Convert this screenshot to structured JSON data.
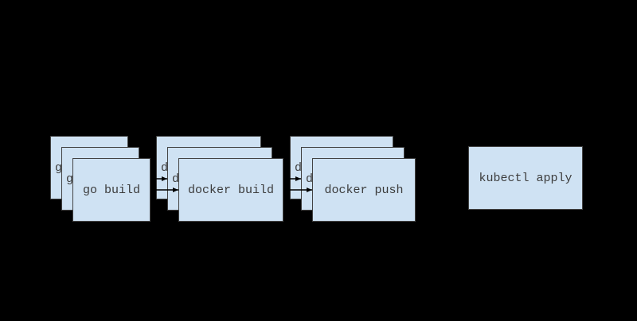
{
  "colors": {
    "background": "#000000",
    "box_fill": "#cfe2f3",
    "box_border": "#434343",
    "box_text": "#3c3c3c",
    "arrow": "#000000"
  },
  "diagram": {
    "type": "pipeline-flow",
    "stages": [
      {
        "label": "go build",
        "stack_count": 3
      },
      {
        "label": "docker build",
        "stack_count": 3
      },
      {
        "label": "docker push",
        "stack_count": 3
      },
      {
        "label": "kubectl apply",
        "stack_count": 1
      }
    ],
    "connections": [
      {
        "from": "go build",
        "to": "docker build"
      },
      {
        "from": "docker build",
        "to": "docker push"
      },
      {
        "from": "docker push",
        "to": "kubectl apply"
      }
    ]
  }
}
